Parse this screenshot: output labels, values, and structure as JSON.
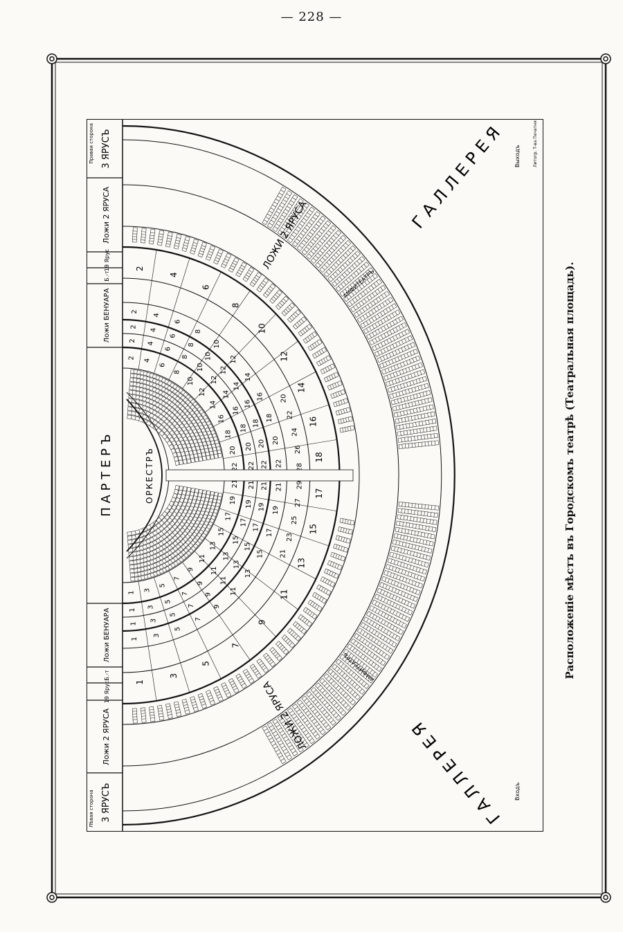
{
  "page_number": "— 228 —",
  "caption": "Расположеніе мѣстъ въ Городскомъ театрѣ (Театральная площадь).",
  "plan": {
    "left_side_label": "Лѣвая сторона",
    "right_side_label": "Правая сторона",
    "entrance_label": "Входъ",
    "exit_label": "Выходъ",
    "publisher_note": "Литогр. Т-ва Печатня",
    "legend": {
      "tier3_left": "3 ЯРУСЪ",
      "loges2_left": "Ложи 2 ЯРУСА",
      "loge_19_left": "19 Ярус",
      "loge_b_left": "Б.-т",
      "loge_ben_left": "Ложи БЕНУАРА",
      "parterre": "П А Р Т Е Р Ъ",
      "loge_ben_right": "Ложи БЕНУАРА",
      "loge_b_right": "Б.-т",
      "loge_19_right": "19 Ярус",
      "loges2_right": "Ложи 2 ЯРУСА",
      "tier3_right": "3 ЯРУСЪ"
    },
    "orchestra": "ОРКЕСТРЪ",
    "gallery_left": "Г А Л Л Е Р Е Я",
    "gallery_right": "Г А Л Л Е Р Е Я",
    "loges2_arc_left": "ЛОЖИ 2 ЯРУСА",
    "loges2_arc_right": "ЛОЖИ 2 ЯРУСА",
    "amphitheatre_left": "АМФИТЕАТРЪ",
    "amphitheatre_right": "АМФИТЕАТРЪ",
    "odd_boxes": [
      "1",
      "3",
      "5",
      "7",
      "9",
      "11",
      "13",
      "15",
      "17",
      "19",
      "21",
      "23",
      "25",
      "27",
      "29"
    ],
    "even_boxes": [
      "2",
      "4",
      "6",
      "8",
      "10",
      "12",
      "14",
      "16",
      "18",
      "20",
      "22",
      "24",
      "26",
      "28"
    ]
  }
}
